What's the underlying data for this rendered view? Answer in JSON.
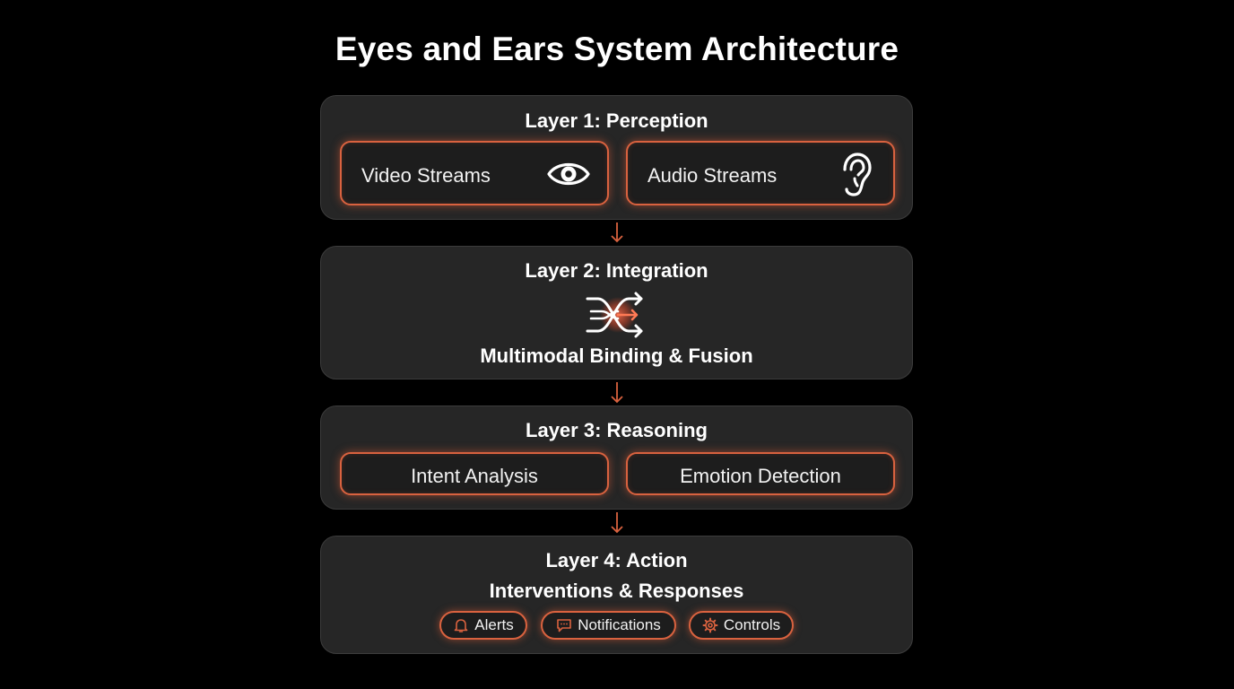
{
  "title": "Eyes and Ears System Architecture",
  "accent_color": "#d9623f",
  "layers": [
    {
      "title": "Layer 1: Perception",
      "items": [
        {
          "label": "Video Streams",
          "icon": "eye-icon"
        },
        {
          "label": "Audio Streams",
          "icon": "ear-icon"
        }
      ]
    },
    {
      "title": "Layer 2: Integration",
      "icon": "fusion-icon",
      "subtitle": "Multimodal Binding & Fusion"
    },
    {
      "title": "Layer 3: Reasoning",
      "items": [
        {
          "label": "Intent Analysis"
        },
        {
          "label": "Emotion Detection"
        }
      ]
    },
    {
      "title": "Layer 4: Action",
      "subtitle": "Interventions & Responses",
      "chips": [
        {
          "label": "Alerts",
          "icon": "bell-icon"
        },
        {
          "label": "Notifications",
          "icon": "message-icon"
        },
        {
          "label": "Controls",
          "icon": "gear-icon"
        }
      ]
    }
  ]
}
